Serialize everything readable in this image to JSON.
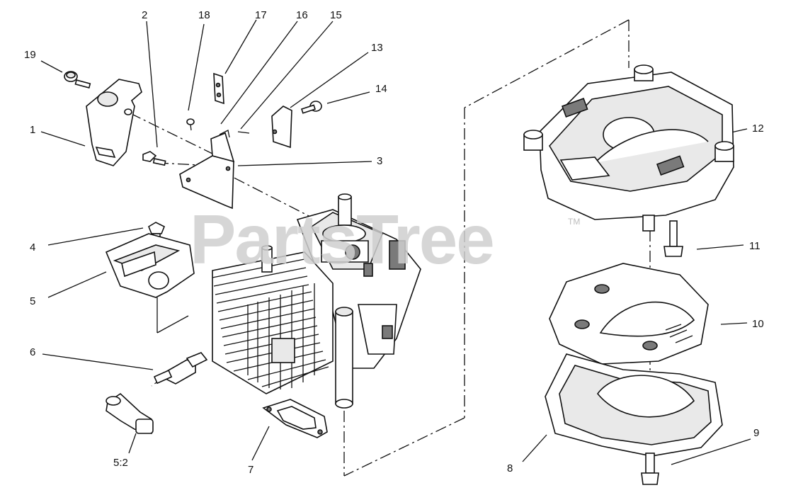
{
  "watermark": {
    "text": "PartsTree",
    "trademark": "TM"
  },
  "callouts": [
    {
      "id": "c19",
      "text": "19"
    },
    {
      "id": "c2",
      "text": "2"
    },
    {
      "id": "c18",
      "text": "18"
    },
    {
      "id": "c17",
      "text": "17"
    },
    {
      "id": "c16",
      "text": "16"
    },
    {
      "id": "c15",
      "text": "15"
    },
    {
      "id": "c13",
      "text": "13"
    },
    {
      "id": "c14",
      "text": "14"
    },
    {
      "id": "c1",
      "text": "1"
    },
    {
      "id": "c3",
      "text": "3"
    },
    {
      "id": "c4",
      "text": "4"
    },
    {
      "id": "c5",
      "text": "5"
    },
    {
      "id": "c6",
      "text": "6"
    },
    {
      "id": "c52",
      "text": "5:2"
    },
    {
      "id": "c7",
      "text": "7"
    },
    {
      "id": "c12",
      "text": "12"
    },
    {
      "id": "c11",
      "text": "11"
    },
    {
      "id": "c10",
      "text": "10"
    },
    {
      "id": "c9",
      "text": "9"
    },
    {
      "id": "c8",
      "text": "8"
    }
  ]
}
